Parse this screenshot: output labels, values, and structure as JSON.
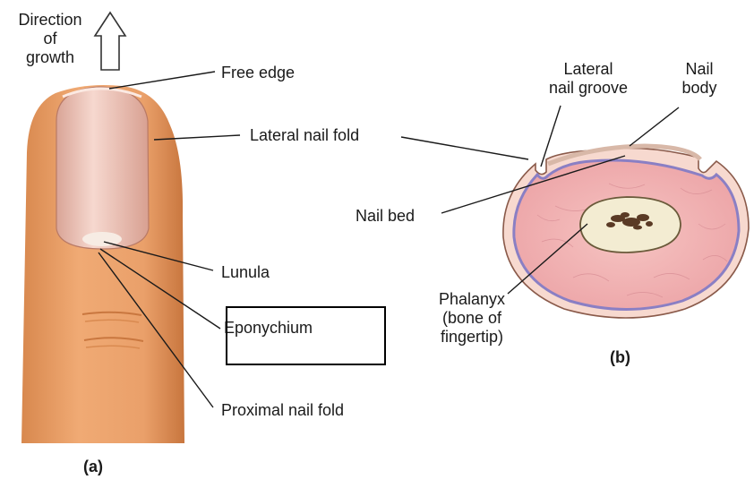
{
  "panel_a": {
    "caption": "(a)",
    "direction_label": [
      "Direction",
      "of",
      "growth"
    ],
    "labels": {
      "free_edge": "Free edge",
      "lateral_nail_fold": "Lateral nail fold",
      "lunula": "Lunula",
      "eponychium": "Eponychium",
      "proximal_nail_fold": "Proximal nail fold"
    },
    "highlight_box_target": "Eponychium"
  },
  "panel_b": {
    "caption": "(b)",
    "labels": {
      "lateral_nail_groove": [
        "Lateral",
        "nail groove"
      ],
      "nail_body": [
        "Nail",
        "body"
      ],
      "nail_bed": "Nail bed",
      "phalanx": [
        "Phalanyx",
        "(bone of",
        "fingertip)"
      ]
    }
  },
  "colors": {
    "skin": "#e9a06a",
    "skin_shadow": "#c97840",
    "nail": "#f1cbbf",
    "tissue": "#f0b0b0",
    "nail_bed_line": "#8a7fc4",
    "bone": "#f3ecd2",
    "marrow": "#5a3a25",
    "leader_line": "#1a1a1a",
    "highlight_box": "#000000"
  }
}
